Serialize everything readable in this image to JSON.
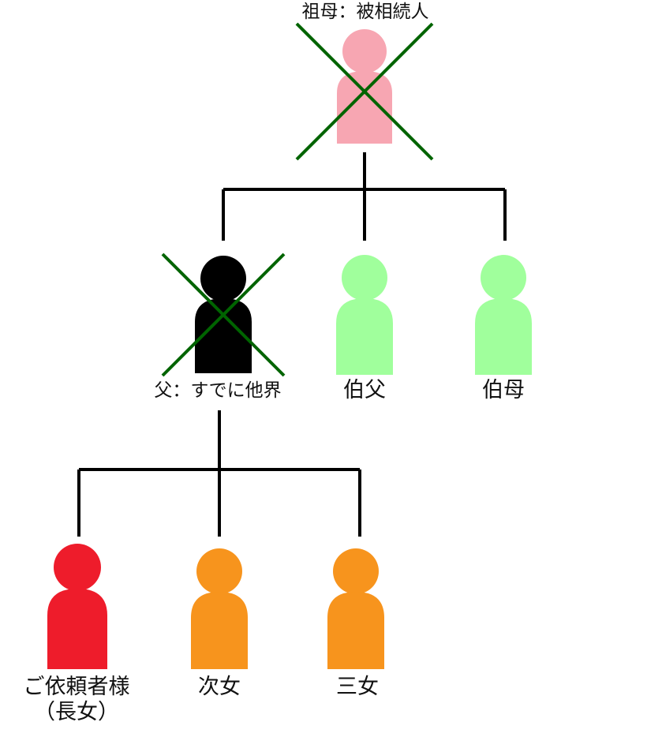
{
  "people": {
    "grandmother": {
      "label": "祖母：被相続人",
      "color": "#f7a6b2",
      "deceased": true
    },
    "father": {
      "label": "父：すでに他界",
      "color": "#000000",
      "deceased": true
    },
    "uncle": {
      "label": "伯父",
      "color": "#a0ff9c",
      "deceased": false
    },
    "aunt": {
      "label": "伯母",
      "color": "#a0ff9c",
      "deceased": false
    },
    "client": {
      "label_line1": "ご依頼者様",
      "label_line2": "（長女）",
      "color": "#ee1c2b",
      "deceased": false
    },
    "second_daughter": {
      "label": "次女",
      "color": "#f7941d",
      "deceased": false
    },
    "third_daughter": {
      "label": "三女",
      "color": "#f7941d",
      "deceased": false
    }
  },
  "colors": {
    "line": "#000000",
    "cross": "#006400"
  }
}
